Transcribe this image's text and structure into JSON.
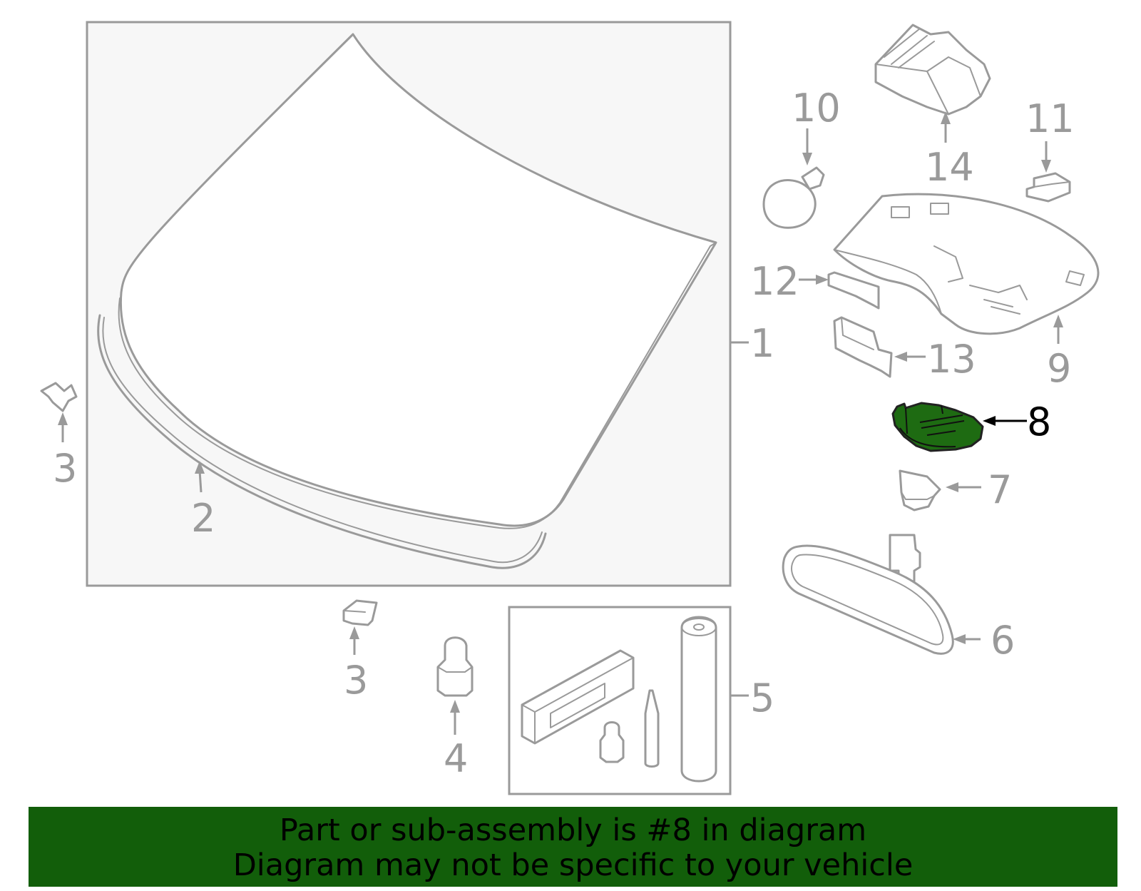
{
  "callouts": {
    "c1": "1",
    "c2": "2",
    "c3a": "3",
    "c3b": "3",
    "c4": "4",
    "c5": "5",
    "c6": "6",
    "c7": "7",
    "c8": "8",
    "c9": "9",
    "c10": "10",
    "c11": "11",
    "c12": "12",
    "c13": "13",
    "c14": "14"
  },
  "highlight_color": "#1e6b12",
  "banner": {
    "line1": "Part or sub-assembly is #8 in diagram",
    "line2": "Diagram may not be specific to your vehicle",
    "color": "#125e0a"
  }
}
